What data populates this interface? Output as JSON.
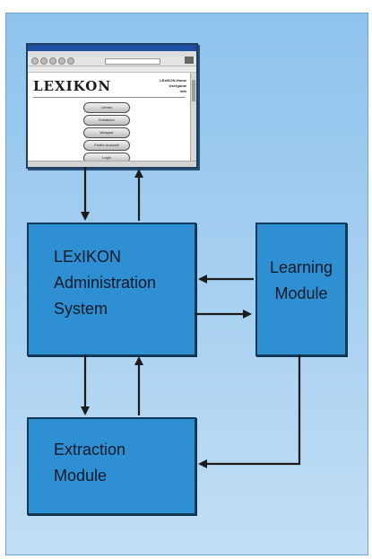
{
  "boxes": {
    "admin": {
      "lines": [
        "LExIKON",
        "Administration",
        "System"
      ]
    },
    "learning": {
      "lines": [
        "Learning",
        "Module"
      ]
    },
    "extraction": {
      "lines": [
        "Extraction",
        "Module"
      ]
    }
  },
  "browser": {
    "logo": "LEXIKON",
    "nav_lines": [
      "LExIKON-Home",
      "Userguide",
      "Info"
    ],
    "buttons": [
      "Lernen",
      "Extraktion",
      "Wrapper",
      "Profile-Auswahl",
      "Login"
    ]
  },
  "colors": {
    "panel": "#a9d1f1",
    "box_fill": "#2e8fd2",
    "box_border": "#133b5c",
    "arrow": "#1b1b1b"
  },
  "icons": [
    "browser-screenshot-icon",
    "arrowhead-icon"
  ]
}
